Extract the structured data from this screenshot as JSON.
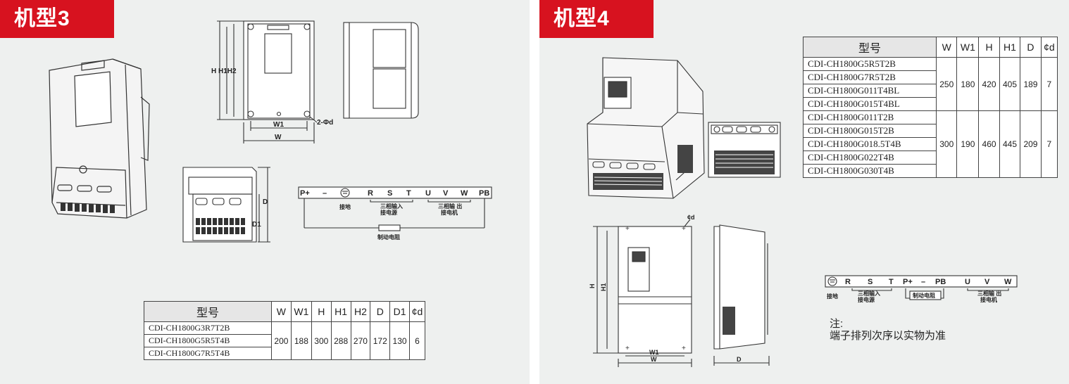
{
  "colors": {
    "accent": "#d7121f",
    "panel_bg": "#eef0ef",
    "line": "#333333"
  },
  "left": {
    "title": "机型3",
    "dims": {
      "h_stack": "H H1H2",
      "w1": "W1",
      "w": "W",
      "phi": "2-Φd",
      "d": "D",
      "d1": "D1"
    },
    "terminals": [
      "P+",
      "–",
      "R",
      "S",
      "T",
      "U",
      "V",
      "W",
      "PB"
    ],
    "terminal_labels": {
      "ground": "接地",
      "input": "三相输入\n接电源",
      "output": "三相输 出\n接电机",
      "brake": "制动电阻"
    },
    "table": {
      "headers": [
        "型号",
        "W",
        "W1",
        "H",
        "H1",
        "H2",
        "D",
        "D1",
        "¢d"
      ],
      "models": [
        "CDI-CH1800G3R7T2B",
        "CDI-CH1800G5R5T4B",
        "CDI-CH1800G7R5T4B"
      ],
      "values": [
        "200",
        "188",
        "300",
        "288",
        "270",
        "172",
        "130",
        "6"
      ]
    }
  },
  "right": {
    "title": "机型4",
    "dims": {
      "phi": "¢d",
      "h": "H",
      "h1": "H1",
      "w1": "W1",
      "w": "W",
      "d": "D"
    },
    "terminals": [
      "R",
      "S",
      "T",
      "P+",
      "–",
      "PB",
      "U",
      "V",
      "W"
    ],
    "terminal_labels": {
      "ground": "接地",
      "input": "三相输入\n接电源",
      "brake": "制动电阻",
      "output": "三相输 出\n接电机"
    },
    "table": {
      "headers": [
        "型号",
        "W",
        "W1",
        "H",
        "H1",
        "D",
        "¢d"
      ],
      "groups": [
        {
          "models": [
            "CDI-CH1800G5R5T2B",
            "CDI-CH1800G7R5T2B",
            "CDI-CH1800G011T4BL",
            "CDI-CH1800G015T4BL"
          ],
          "values": [
            "250",
            "180",
            "420",
            "405",
            "189",
            "7"
          ]
        },
        {
          "models": [
            "CDI-CH1800G011T2B",
            "CDI-CH1800G015T2B",
            "CDI-CH1800G018.5T4B",
            "CDI-CH1800G022T4B",
            "CDI-CH1800G030T4B"
          ],
          "values": [
            "300",
            "190",
            "460",
            "445",
            "209",
            "7"
          ]
        }
      ]
    },
    "note": {
      "label": "注:",
      "text": "端子排列次序以实物为准"
    }
  }
}
